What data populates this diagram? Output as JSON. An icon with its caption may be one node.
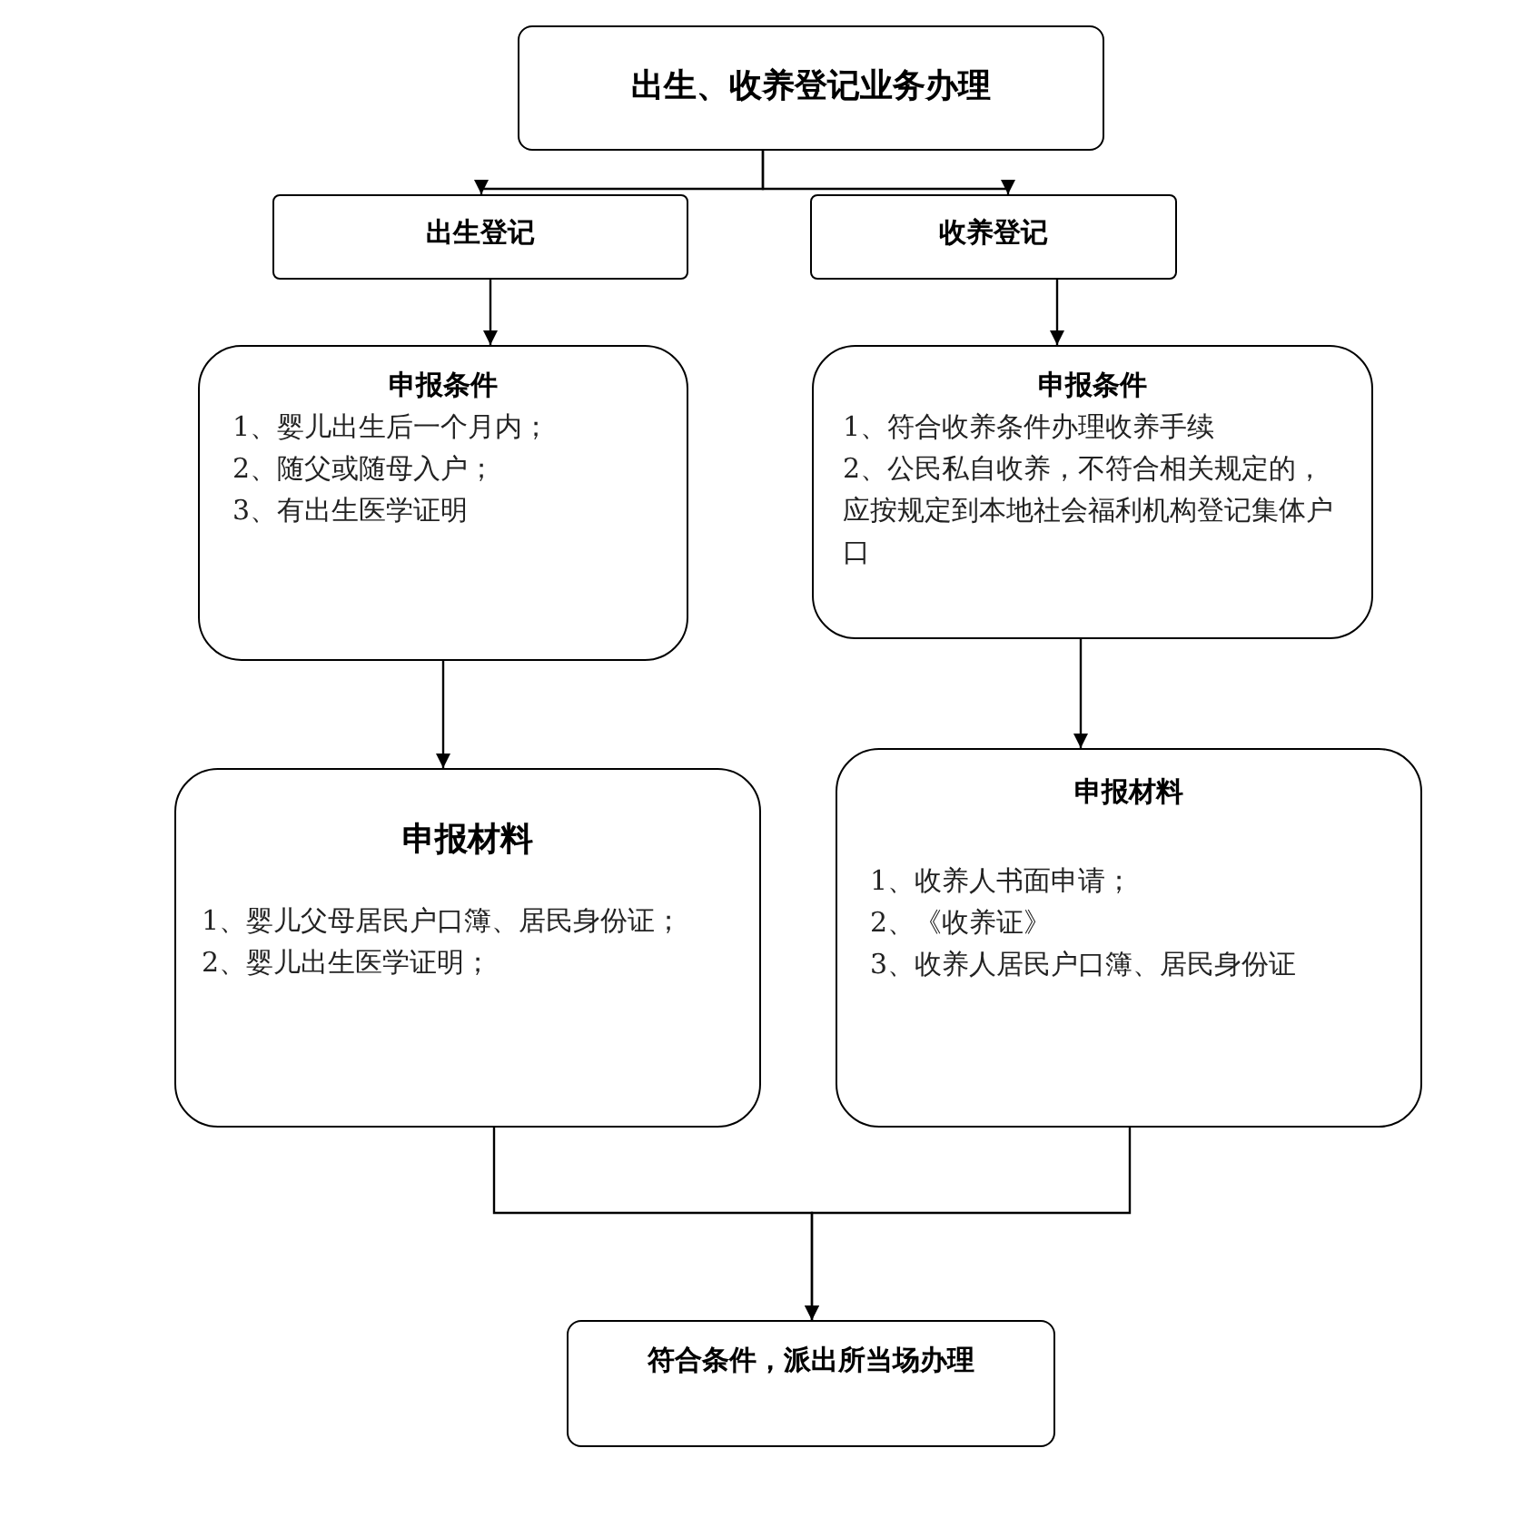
{
  "diagram": {
    "nodes": [
      {
        "text": [
          "出生、收养登记业务办理"
        ]
      },
      {
        "text": [
          "出生登记"
        ]
      },
      {
        "text": [
          "收养登记"
        ]
      },
      {
        "text": [
          "申报条件",
          "1、婴儿出生后一个月内；",
          "2、随父或随母入户；",
          "3、有出生医学证明"
        ]
      },
      {
        "text": [
          "申报条件",
          "1、符合收养条件办理收养手续",
          "2、公民私自收养，不符合相关规定的，应按规定到本地社会福利机构登记集体户口"
        ]
      },
      {
        "text": [
          "申报材料",
          "1、婴儿父母居民户口簿、居民身份证；",
          "2、婴儿出生医学证明；"
        ]
      },
      {
        "text": [
          "申报材料",
          "1、收养人书面申请；",
          "2、《收养证》",
          "3、收养人居民户口簿、居民身份证"
        ]
      },
      {
        "text": [
          "符合条件，派出所当场办理"
        ]
      }
    ],
    "edges": [
      {
        "from": 0,
        "to": 1,
        "arrow": "to"
      },
      {
        "from": 0,
        "to": 2,
        "arrow": "to"
      },
      {
        "from": 1,
        "to": 3,
        "arrow": "to"
      },
      {
        "from": 2,
        "to": 4,
        "arrow": "to"
      },
      {
        "from": 3,
        "to": 5,
        "arrow": "to"
      },
      {
        "from": 4,
        "to": 6,
        "arrow": "to"
      },
      {
        "from": 5,
        "to": 7,
        "arrow": "to"
      },
      {
        "from": 6,
        "to": 7,
        "arrow": "to"
      }
    ]
  }
}
